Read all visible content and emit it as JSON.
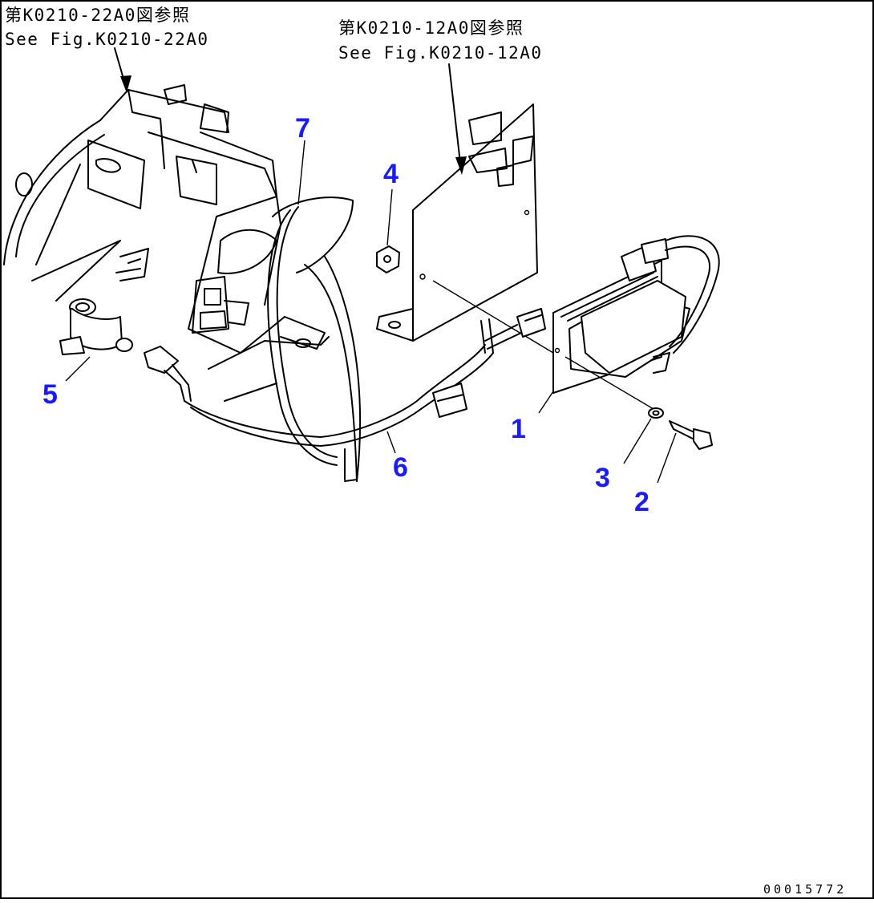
{
  "references": [
    {
      "jp": "第K0210-22A0図参照",
      "en": "See Fig.K0210-22A0"
    },
    {
      "jp": "第K0210-12A0図参照",
      "en": "See Fig.K0210-12A0"
    }
  ],
  "callouts": [
    "1",
    "2",
    "3",
    "4",
    "5",
    "6",
    "7"
  ],
  "figure_number": "00015772",
  "colors": {
    "callout": "#1a1aff",
    "line": "#000000",
    "border": "#000000"
  }
}
